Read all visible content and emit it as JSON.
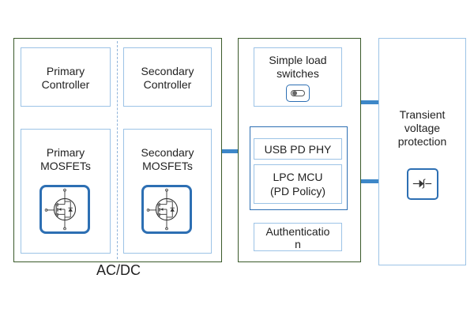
{
  "acdc": {
    "caption": "AC/DC",
    "primary_controller": [
      "Primary",
      "Controller"
    ],
    "secondary_controller": [
      "Secondary",
      "Controller"
    ],
    "primary_mosfets": [
      "Primary",
      "MOSFETs"
    ],
    "secondary_mosfets": [
      "Secondary",
      "MOSFETs"
    ]
  },
  "usb_pd": {
    "load_switches": [
      "Simple load",
      "switches"
    ],
    "phy": "USB PD PHY",
    "mcu": [
      "LPC MCU",
      "(PD Policy)"
    ],
    "authentication": [
      "Authenticatio",
      "n"
    ]
  },
  "tvs": {
    "label": [
      "Transient",
      "voltage",
      "protection"
    ]
  },
  "icons": {
    "mosfet": "mosfet-transistor-icon",
    "switch": "toggle-switch-icon",
    "tvs": "tvs-diode-icon"
  },
  "colors": {
    "group_border": "#3a5a2a",
    "box_border": "#9cc3e6",
    "accent": "#2d6fb3",
    "connector": "#3d87c8"
  }
}
